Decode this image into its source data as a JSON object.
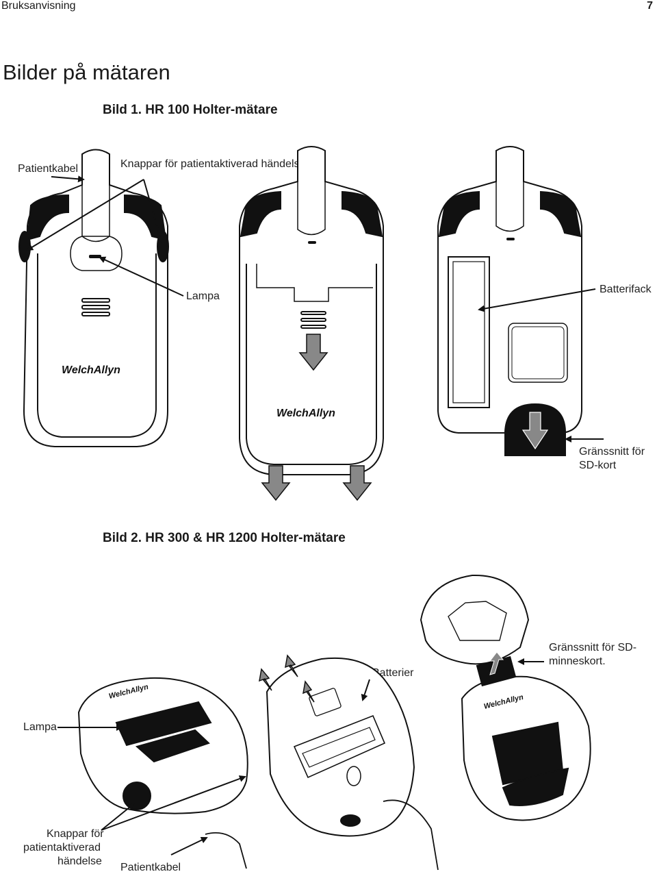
{
  "header": {
    "section": "Bruksanvisning",
    "page_number": "7"
  },
  "page_title": "Bilder på mätaren",
  "figure1": {
    "caption": "Bild 1.  HR 100 Holter-mätare",
    "labels": {
      "patient_cable": "Patientkabel",
      "event_buttons": "Knappar för patientaktiverad händelse",
      "lamp": "Lampa",
      "battery_compartment": "Batterifack",
      "sd_interface_1": "Gränssnitt för",
      "sd_interface_2": "SD-kort"
    },
    "logo_text": "WelchAllyn"
  },
  "figure2": {
    "caption": "Bild 2.  HR 300 & HR 1200 Holter-mätare",
    "labels": {
      "lamp": "Lampa",
      "batteries": "Batterier",
      "sd_interface_1": "Gränssnitt för SD-",
      "sd_interface_2": "minneskort.",
      "event_buttons_1": "Knappar för",
      "event_buttons_2": "patientaktiverad",
      "event_buttons_3": "händelse",
      "patient_cable": "Patientkabel"
    },
    "logo_text": "WelchAllyn"
  }
}
